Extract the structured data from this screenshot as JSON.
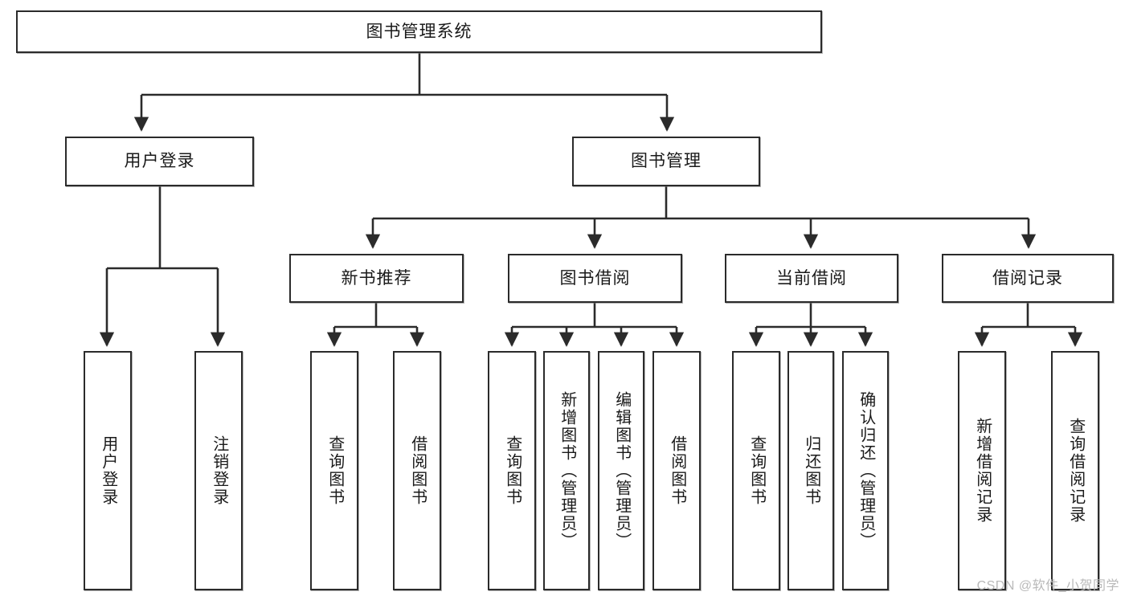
{
  "diagram": {
    "title": "图书管理系统",
    "type": "tree-hierarchy",
    "root": {
      "label": "图书管理系统"
    },
    "level2": [
      {
        "label": "用户登录"
      },
      {
        "label": "图书管理"
      }
    ],
    "level3": [
      {
        "label": "新书推荐"
      },
      {
        "label": "图书借阅"
      },
      {
        "label": "当前借阅"
      },
      {
        "label": "借阅记录"
      }
    ],
    "leaves": {
      "user_login": [
        {
          "label": "用户登录"
        },
        {
          "label": "注销登录"
        }
      ],
      "new_book_recommend": [
        {
          "label": "查询图书"
        },
        {
          "label": "借阅图书"
        }
      ],
      "book_borrow": [
        {
          "label": "查询图书"
        },
        {
          "label": "新增图书（管理员）"
        },
        {
          "label": "编辑图书（管理员）"
        },
        {
          "label": "借阅图书"
        }
      ],
      "current_borrow": [
        {
          "label": "查询图书"
        },
        {
          "label": "归还图书"
        },
        {
          "label": "确认归还（管理员）"
        }
      ],
      "borrow_record": [
        {
          "label": "新增借阅记录"
        },
        {
          "label": "查询借阅记录"
        }
      ]
    }
  },
  "watermark": {
    "text": "CSDN @软件_小贺同学"
  },
  "colors": {
    "stroke": "#2b2b2b",
    "box_fill": "#ffffff",
    "text": "#1a1a1a",
    "watermark": "#b9b9b9"
  }
}
